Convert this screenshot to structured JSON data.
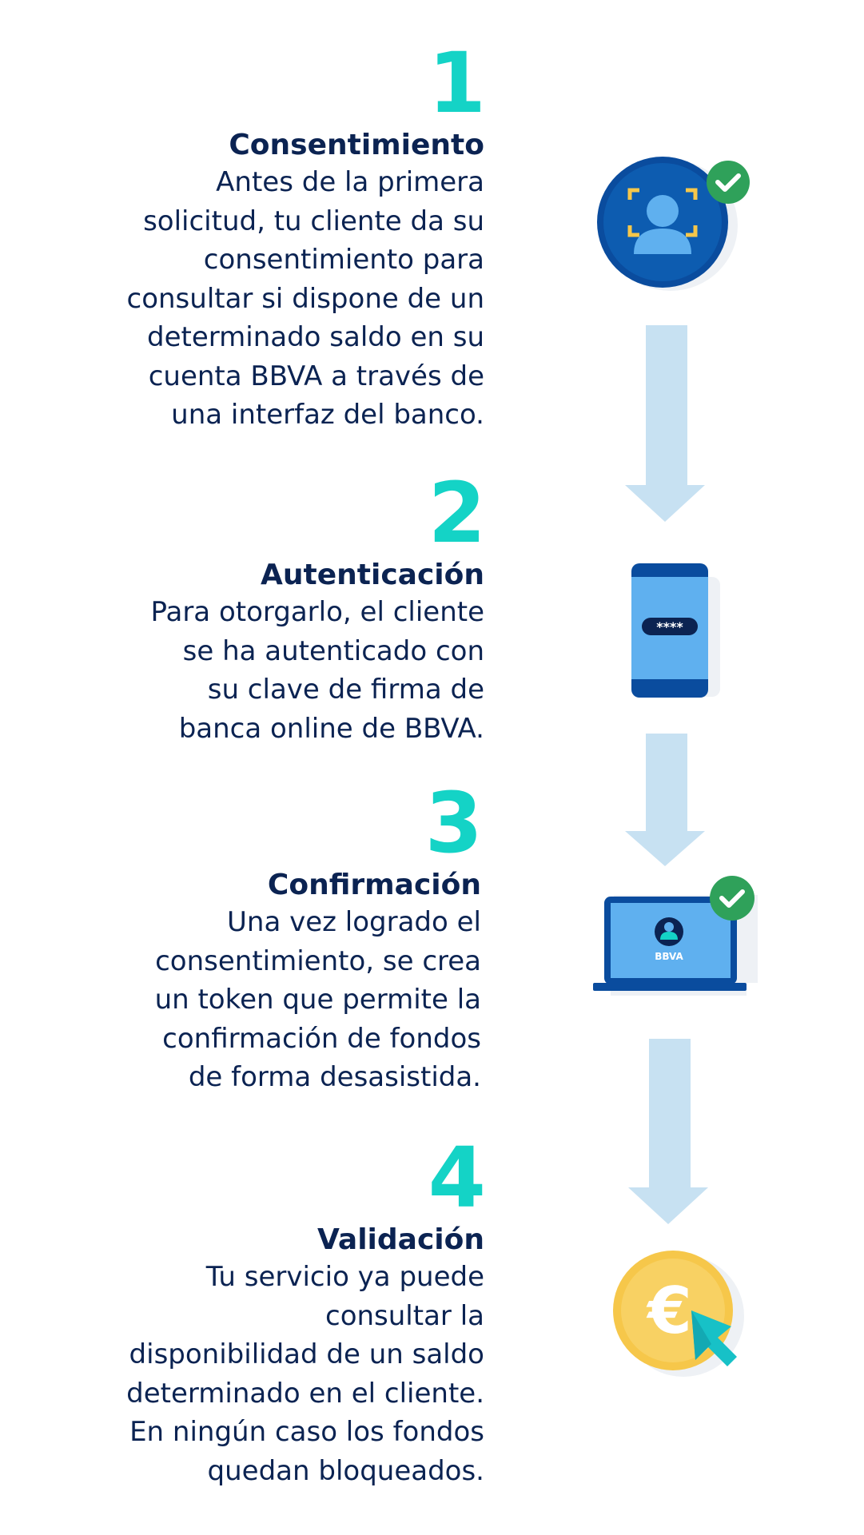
{
  "colors": {
    "step_number": "#14d3c6",
    "text": "#0b2352",
    "arrow": "#c7e1f2",
    "bank_blue_dark": "#0a4c9e",
    "bank_blue_light": "#5fb0ef",
    "check_green": "#2fa15a",
    "accent_yellow": "#f6c74a"
  },
  "steps": [
    {
      "number": "1",
      "title": "Consentimiento",
      "description": "Antes de la primera\nsolicitud, tu cliente da su\nconsentimiento para\nconsultar si dispone de un\ndeterminado saldo en su\ncuenta BBVA a través de\nuna interfaz del banco.",
      "icon": "user-face-scan-icon"
    },
    {
      "number": "2",
      "title": "Autenticación",
      "description": "Para otorgarlo, el cliente\nse ha autenticado con\nsu clave de firma de\nbanca online de BBVA.",
      "icon": "phone-password-icon",
      "password_mask": "****"
    },
    {
      "number": "3",
      "title": "Confirmación",
      "description": "Una vez logrado el\nconsentimiento, se crea\nun token que permite la\nconfirmación de fondos\nde forma desasistida.",
      "icon": "laptop-bbva-icon",
      "laptop_brand": "BBVA"
    },
    {
      "number": "4",
      "title": "Validación",
      "description": "Tu servicio ya puede\nconsultar la\ndisponibilidad de un saldo\ndeterminado en el cliente.\nEn ningún caso los fondos\nquedan bloqueados.",
      "icon": "euro-coin-cursor-icon",
      "currency_symbol": "€"
    }
  ]
}
